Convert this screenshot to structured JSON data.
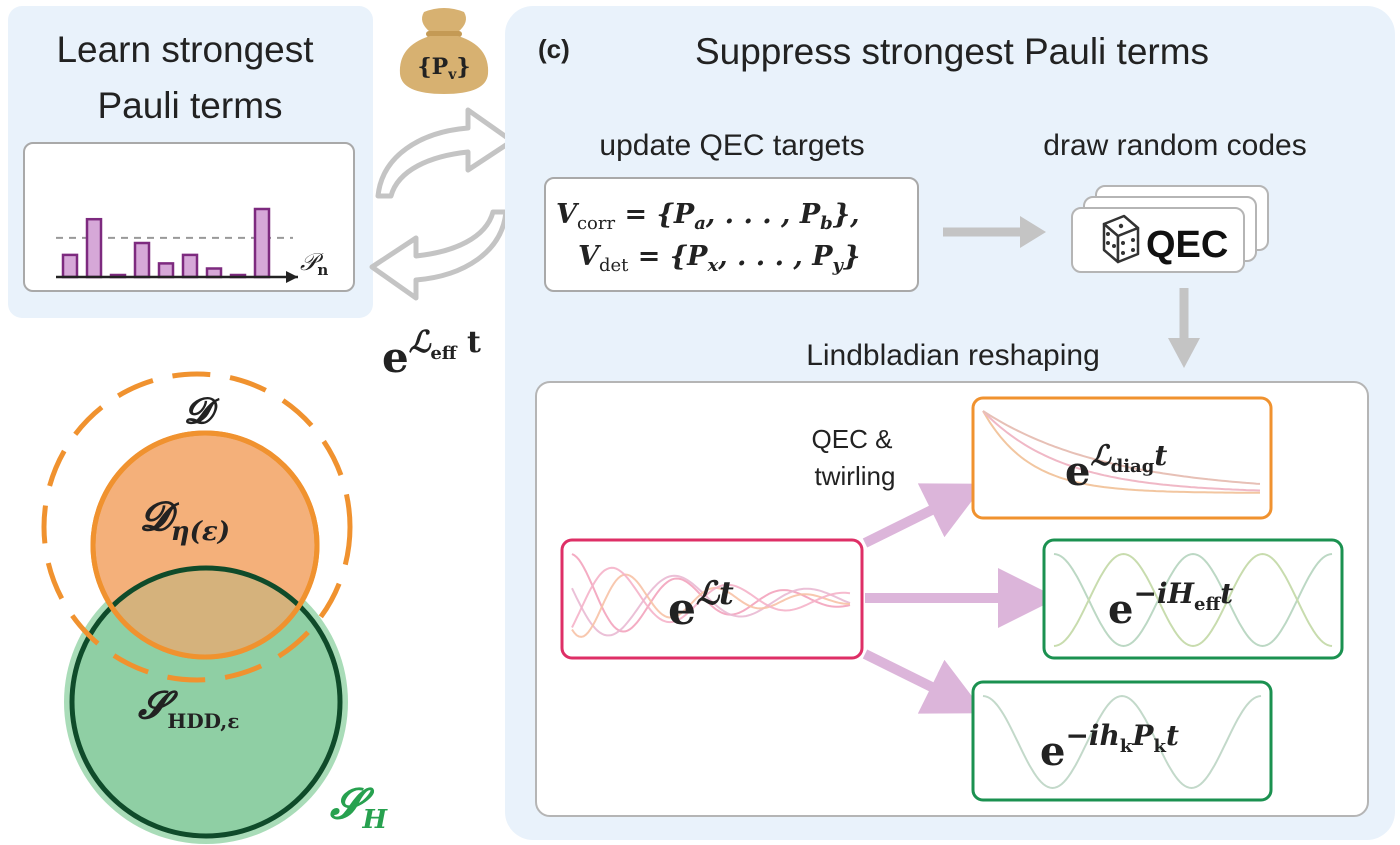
{
  "learn_panel": {
    "title_line1": "Learn strongest",
    "title_line2": "Pauli terms",
    "histogram": {
      "axis_label": "𝒫",
      "axis_label_sub": "n",
      "bars": [
        0.13,
        0.34,
        0.01,
        0.2,
        0.08,
        0.13,
        0.05,
        0.01,
        0.4
      ],
      "threshold": 0.23
    }
  },
  "bag": {
    "label": "{P",
    "label_sub": "v",
    "label_close": "}"
  },
  "exp_left": {
    "base": "e",
    "sup": "ℒ",
    "sup_sub": "eff",
    "tail": " t"
  },
  "venn": {
    "D_label": "𝓓",
    "D_eta_main": "𝓓",
    "D_eta_sub": "η(ε)",
    "S_hdd_main": "𝓢",
    "S_hdd_sub": "HDD,ε",
    "S_h_main": "𝓢",
    "S_h_sub": "H"
  },
  "suppress_panel": {
    "panel_tag": "(c)",
    "title": "Suppress strongest Pauli terms",
    "update_label": "update QEC targets",
    "draw_label": "draw random codes",
    "vcorr_lhs": "V",
    "vcorr_sub": "corr",
    "vcorr_rhs_a": " = {P",
    "vcorr_sub_a": "a",
    "vcorr_mid": ", . . . , P",
    "vcorr_sub_b": "b",
    "vcorr_end": "},",
    "vdet_lhs": "V",
    "vdet_sub": "det",
    "vdet_rhs_a": " = {P",
    "vdet_sub_x": "x",
    "vdet_mid": ", . . . , P",
    "vdet_sub_y": "y",
    "vdet_end": "}",
    "qec_label": "QEC",
    "reshaping_label": "Lindbladian reshaping",
    "qec_twirl_line1": "QEC &",
    "qec_twirl_line2": "twirling",
    "exp_L": {
      "base": "e",
      "sup": "ℒt"
    },
    "exp_diag": {
      "base": "e",
      "sup": "ℒ",
      "sup_sub": "diag",
      "sup_tail": "t"
    },
    "exp_heff": {
      "base": "e",
      "sup": "−iH",
      "sup_sub": "eff",
      "sup_tail": "t"
    },
    "exp_hk": {
      "base": "e",
      "sup": "−ih",
      "sup_sub": "k",
      "sup_mid": "P",
      "sup_sub2": "k",
      "sup_tail": "t"
    }
  },
  "colors": {
    "panel_bg": "#e9f2fb",
    "orange": "#f0922f",
    "orange_fill": "#f4b07a",
    "green": "#7dc79a",
    "green_light": "#a9dcb8",
    "dark_green": "#0f4b2a",
    "green_text": "#27a14f",
    "box_green": "#1b9150",
    "pink": "#de2f66",
    "arrow_purple": "#dcb5da",
    "bar_fill": "#d6a8d8",
    "bar_stroke": "#7d2a7f",
    "grey_arrow": "#c4c4c4",
    "bag": "#d7b171"
  }
}
